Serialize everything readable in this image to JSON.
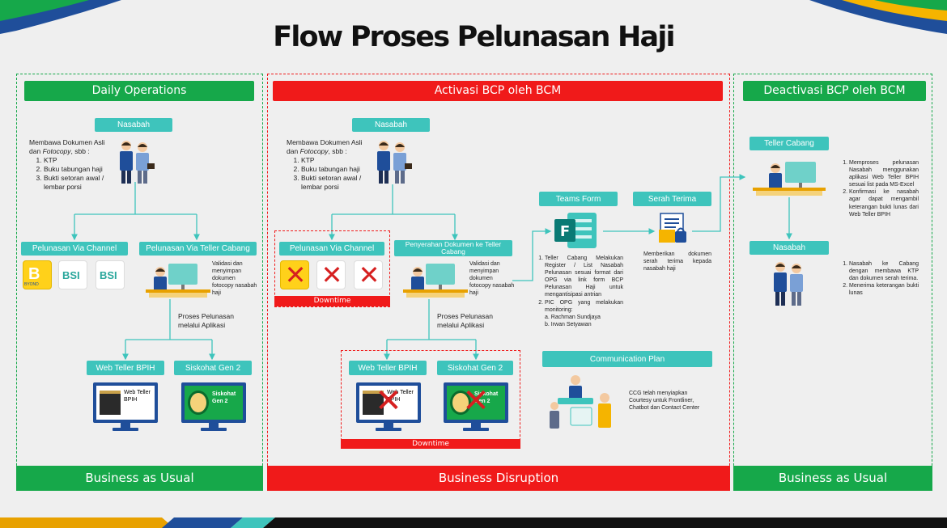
{
  "title": "Flow Proses Pelunasan Haji",
  "colors": {
    "green": "#16a84a",
    "red": "#f01a1a",
    "teal": "#3ec4bc",
    "navy": "#1f4e9a"
  },
  "daily": {
    "header": "Daily Operations",
    "footer": "Business as Usual",
    "nasabah": "Nasabah",
    "doc_intro": "Membawa Dokumen Asli dan",
    "doc_intro_italic": "Fotocopy",
    "doc_intro_suffix": ", sbb :",
    "docs": [
      "KTP",
      "Buku tabungan haji",
      "Bukti setoran awal / lembar porsi"
    ],
    "channel": "Pelunasan Via Channel",
    "channel_apps": [
      "BYOND",
      "BSI",
      "BSI"
    ],
    "teller": "Pelunasan Via Teller Cabang",
    "teller_note": "Validasi dan menyimpan dokumen fotocopy nasabah haji",
    "proses": "Proses Pelunasan melalui Aplikasi",
    "web_teller": "Web Teller BPIH",
    "web_teller_screen": "Web Teller BPIH",
    "siskohat": "Siskohat Gen 2",
    "siskohat_screen": "Siskohat Gen 2"
  },
  "bcp": {
    "header": "Activasi BCP oleh BCM",
    "footer": "Business Disruption",
    "nasabah": "Nasabah",
    "doc_intro": "Membawa Dokumen Asli dan",
    "doc_intro_italic": "Fotocopy",
    "doc_intro_suffix": ", sbb :",
    "docs": [
      "KTP",
      "Buku tabungan haji",
      "Bukti setoran awal / lembar porsi"
    ],
    "channel": "Pelunasan Via Channel",
    "downtime_top": "Downtime",
    "penyerahan": "Penyerahan Dokumen ke Teller Cabang",
    "teller_note": "Validasi dan menyimpan dokumen fotocopy nasabah haji",
    "proses": "Proses Pelunasan melalui Aplikasi",
    "web_teller": "Web Teller BPIH",
    "web_teller_screen": "Web Teller BPIH",
    "siskohat": "Siskohat Gen 2",
    "siskohat_screen": "Siskohat Gen 2",
    "downtime_bottom": "Downtime",
    "teams_form": "Teams Form",
    "teams_steps": [
      "Teller Cabang Melakukan Register / List Nasabah Pelunasan sesuai format dari OPG via link form BCP Pelunasan Haji untuk mengantisipasi antrian",
      "PIC OPG yang melakukan monitoring:"
    ],
    "pic_list": [
      "a. Rachman Sundjaya",
      "b. Irwan Setyawan"
    ],
    "serah_terima": "Serah Terima",
    "serah_note": "Memberikan dokumen serah terima kepada nasabah haji",
    "comm_plan": "Communication Plan",
    "comm_note": "CCG telah menyiapkan Courtesy untuk Frontliner, Chatbot dan Contact Center"
  },
  "deact": {
    "header": "Deactivasi BCP oleh BCM",
    "footer": "Business as Usual",
    "teller": "Teller Cabang",
    "teller_steps": [
      "Memproses pelunasan Nasabah menggunakan aplikasi Web Teller BPIH sesuai list pada MS-Excel",
      "Konfirmasi ke nasabah agar dapat mengambil keterangan bukti lunas dari Web Teller BPIH"
    ],
    "nasabah": "Nasabah",
    "nasabah_steps": [
      "Nasabah ke Cabang dengan membawa KTP dan dokumen serah terima.",
      "Menerima keterangan bukti lunas"
    ]
  }
}
